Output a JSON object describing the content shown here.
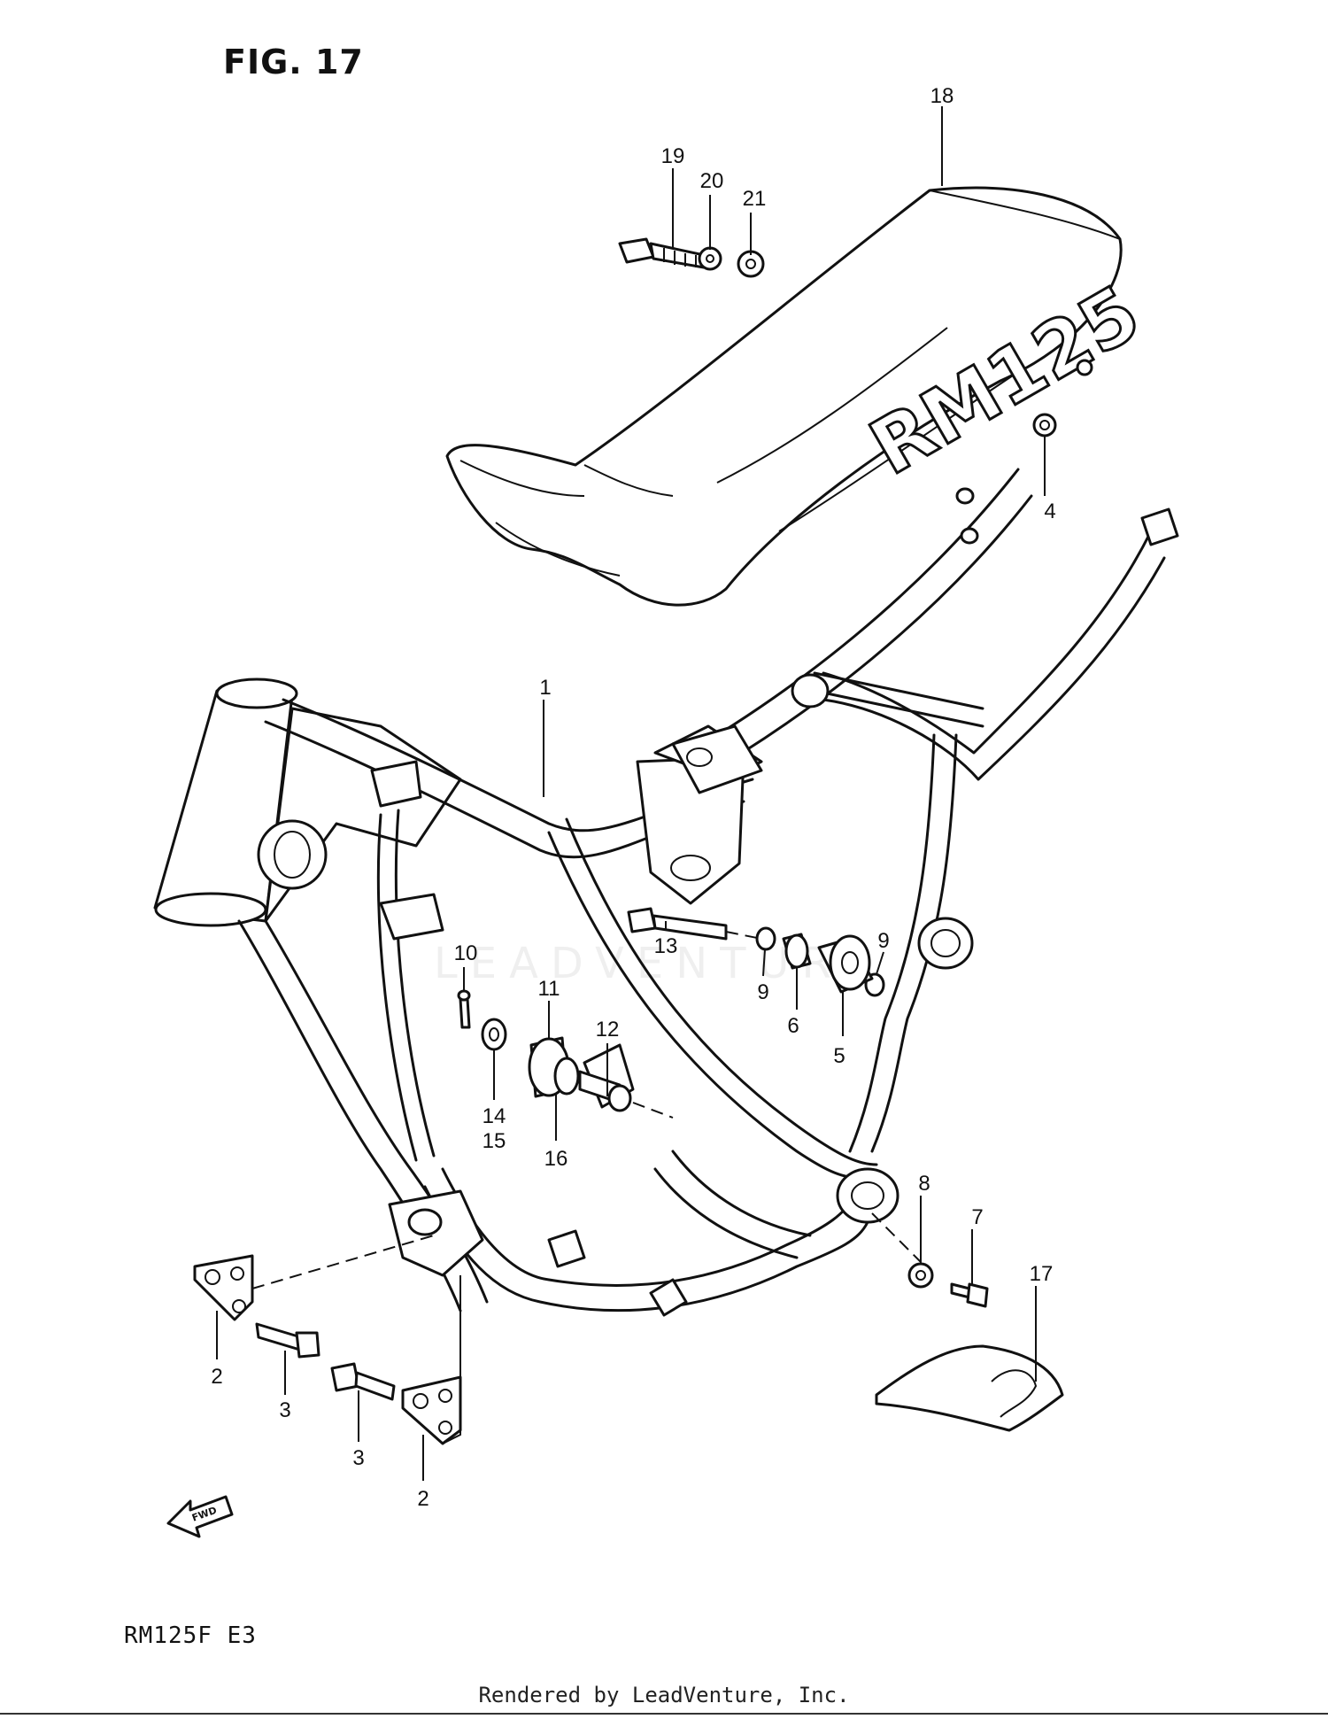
{
  "figure": {
    "title": "FIG. 17",
    "model_code": "RM125F  E3",
    "seat_logo": "RM125",
    "direction_arrow": "FWD",
    "watermark": "LEADVENTURE",
    "footer": "Rendered by LeadVenture, Inc."
  },
  "callouts": [
    "18",
    "19",
    "20",
    "21",
    "4",
    "1",
    "13",
    "9",
    "9",
    "6",
    "5",
    "10",
    "11",
    "12",
    "14",
    "15",
    "16",
    "8",
    "7",
    "17",
    "2",
    "3",
    "3",
    "2"
  ]
}
